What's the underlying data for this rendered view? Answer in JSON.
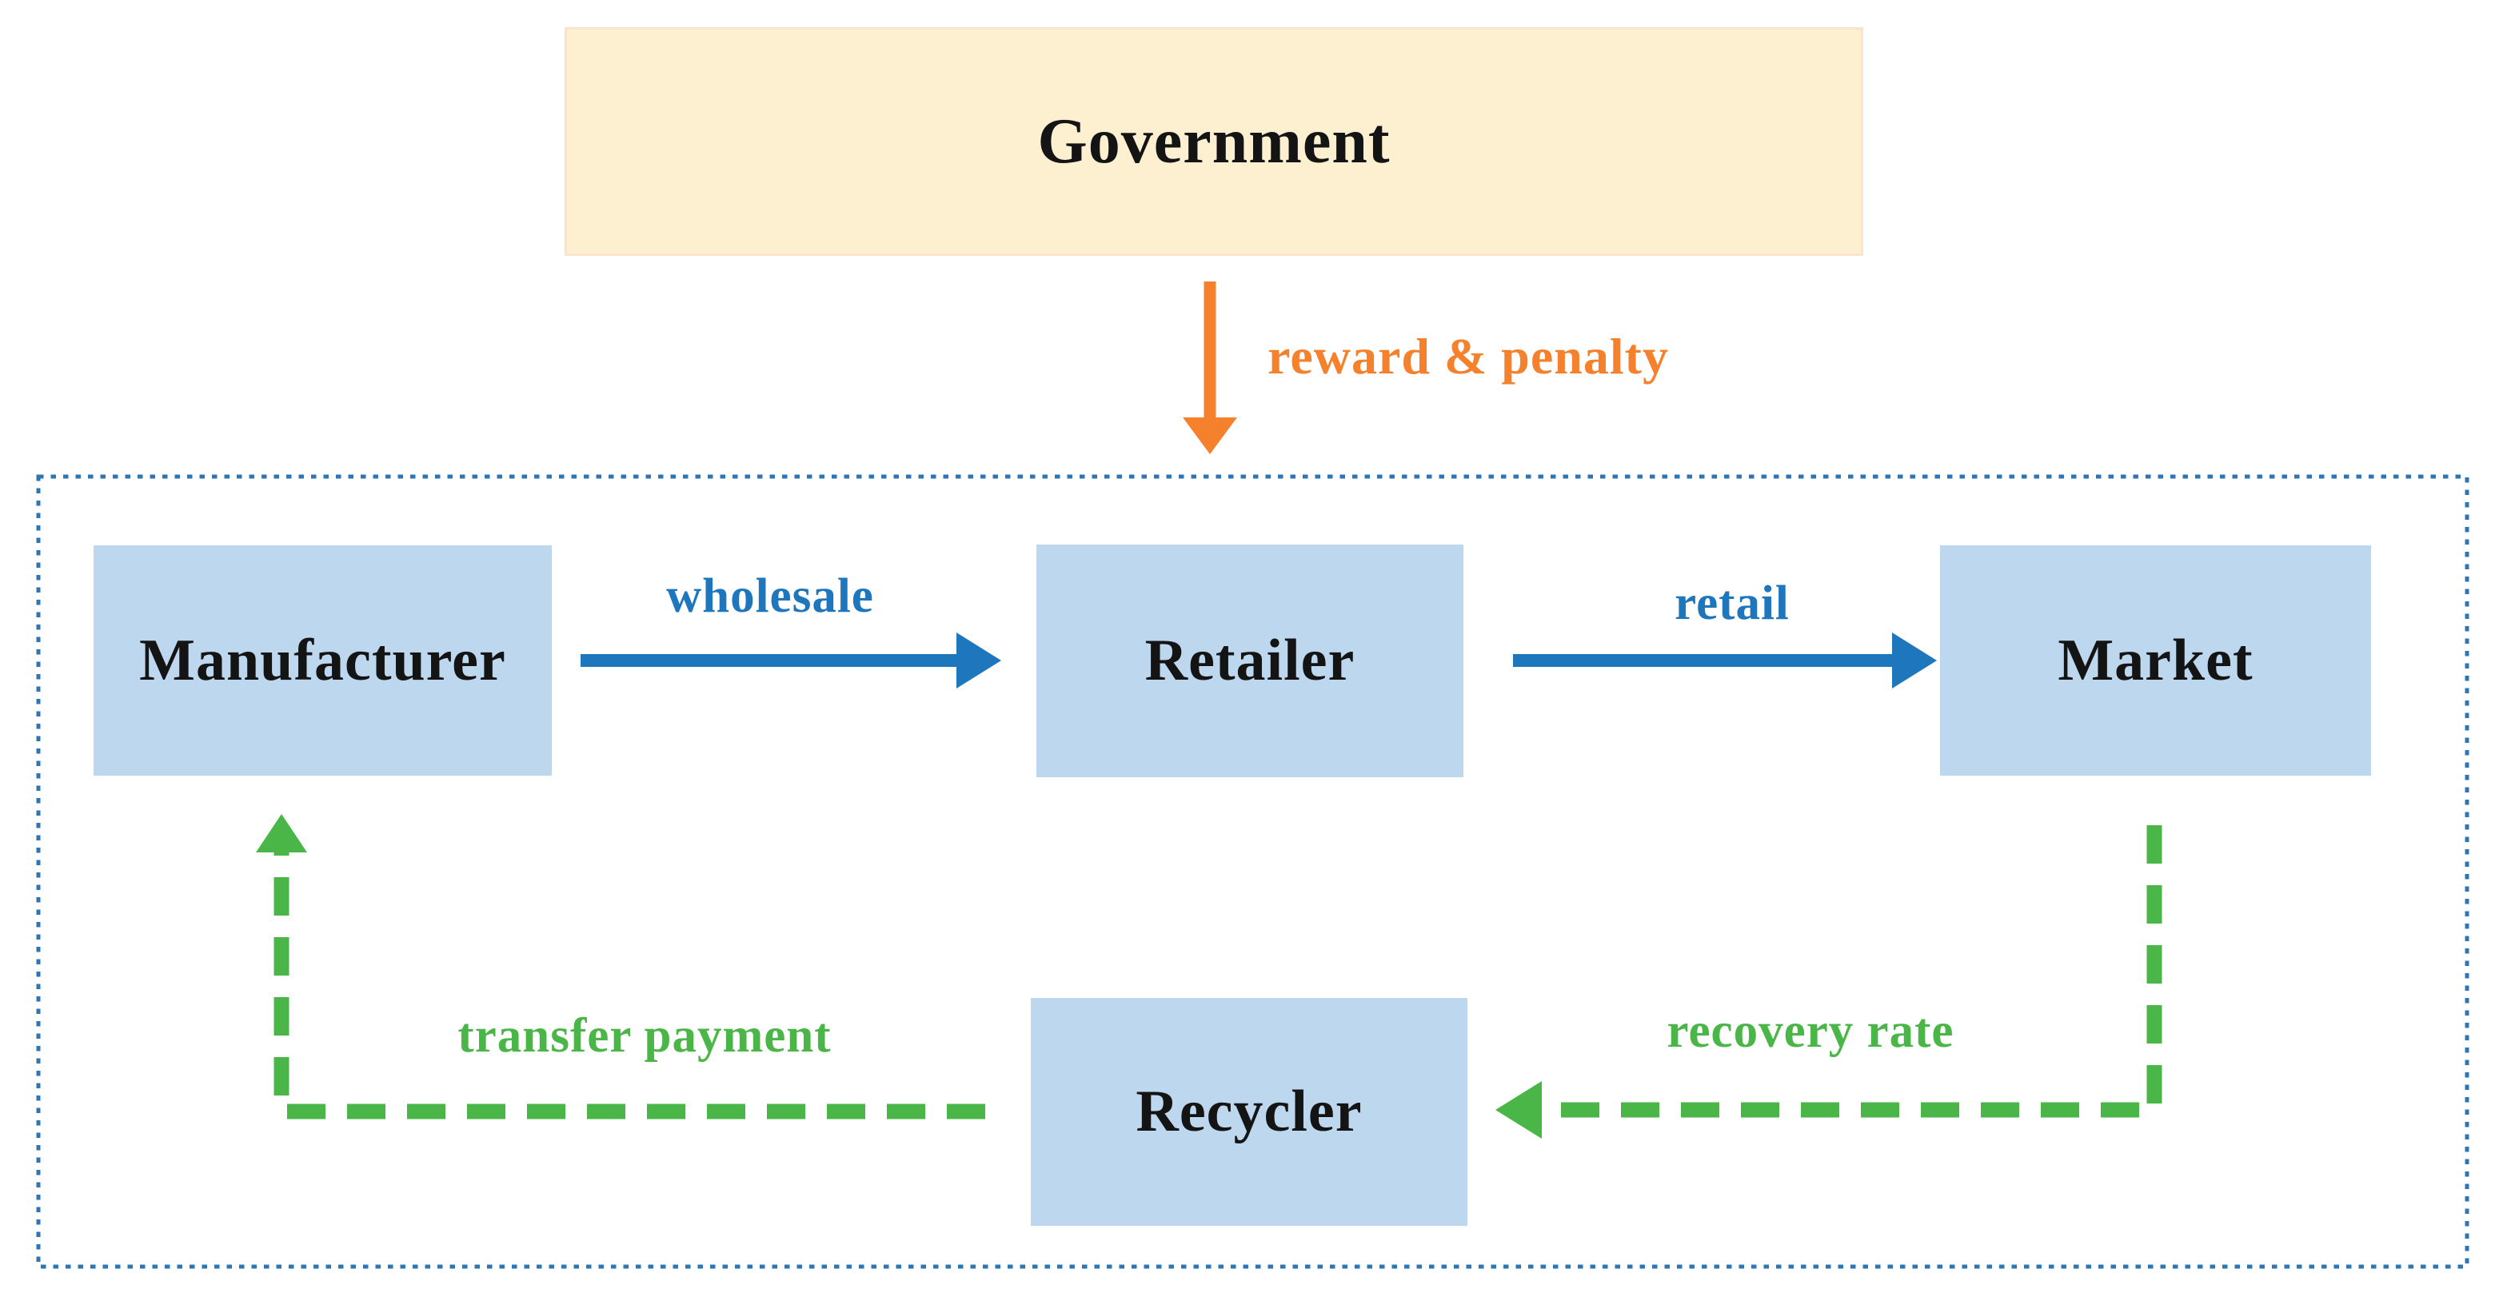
{
  "nodes": {
    "government": {
      "label": "Government"
    },
    "manufacturer": {
      "label": "Manufacturer"
    },
    "retailer": {
      "label": "Retailer"
    },
    "market": {
      "label": "Market"
    },
    "recycler": {
      "label": "Recycler"
    }
  },
  "edges": {
    "reward_penalty": {
      "label": "reward & penalty",
      "from": "Government",
      "to": "supply chain boundary",
      "style": "solid",
      "direction": "down"
    },
    "wholesale": {
      "label": "wholesale",
      "from": "Manufacturer",
      "to": "Retailer",
      "style": "solid",
      "direction": "right"
    },
    "retail": {
      "label": "retail",
      "from": "Retailer",
      "to": "Market",
      "style": "solid",
      "direction": "right"
    },
    "recovery_rate": {
      "label": "recovery rate",
      "from": "Market",
      "to": "Recycler",
      "style": "dashed",
      "direction": "down-left"
    },
    "transfer_payment": {
      "label": "transfer payment",
      "from": "Recycler",
      "to": "Manufacturer",
      "style": "dashed",
      "direction": "left-up"
    }
  },
  "colors": {
    "box_blue": "#BDD7EE",
    "box_cream": "#FCF0D0",
    "arrow_blue": "#1E76BD",
    "arrow_orange": "#F5812D",
    "arrow_green": "#4BB648",
    "boundary_blue": "#2E75B6",
    "text_dark": "#141414"
  }
}
